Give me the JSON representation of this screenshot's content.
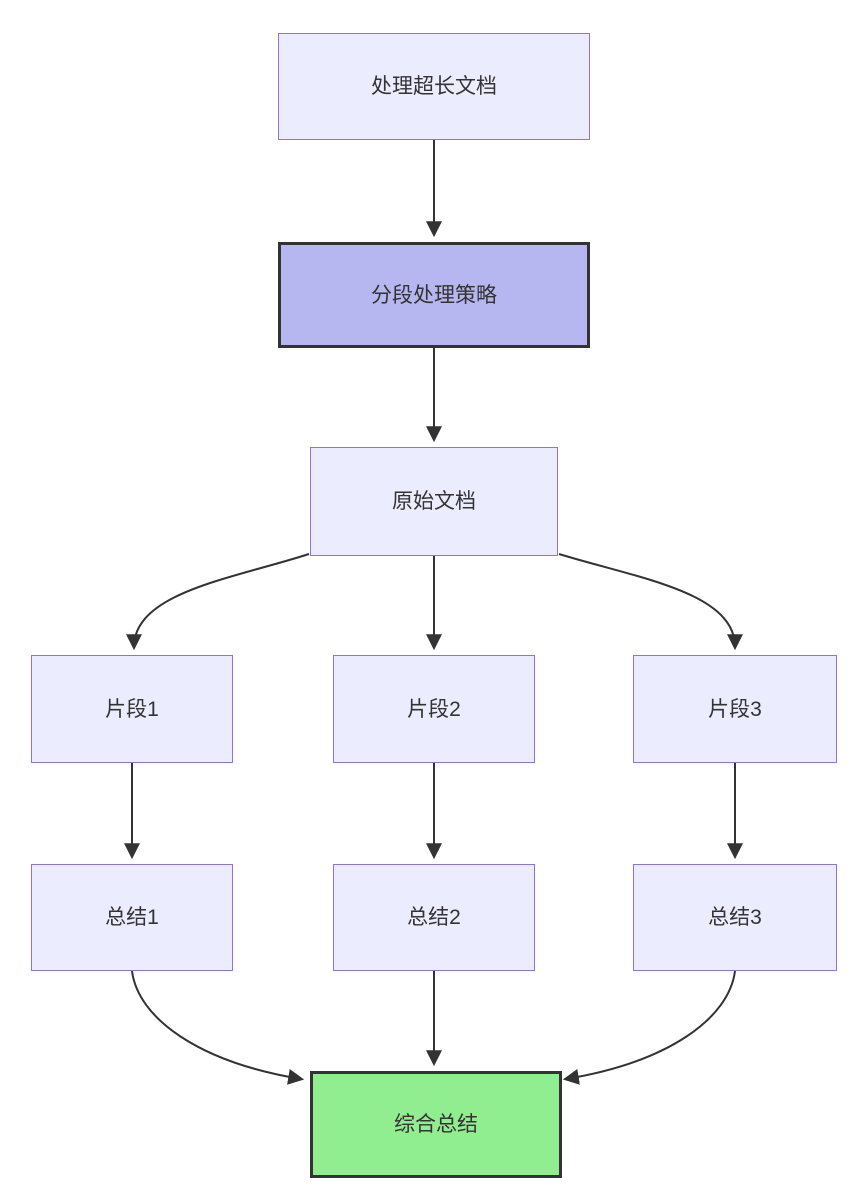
{
  "diagram": {
    "type": "flowchart",
    "direction": "top-down",
    "nodes": [
      {
        "label": "处理超长文档",
        "kind": "default"
      },
      {
        "label": "分段处理策略",
        "kind": "highlight"
      },
      {
        "label": "原始文档",
        "kind": "default"
      },
      {
        "label": "片段1",
        "kind": "default"
      },
      {
        "label": "片段2",
        "kind": "default"
      },
      {
        "label": "片段3",
        "kind": "default"
      },
      {
        "label": "总结1",
        "kind": "default"
      },
      {
        "label": "总结2",
        "kind": "default"
      },
      {
        "label": "总结3",
        "kind": "default"
      },
      {
        "label": "综合总结",
        "kind": "result"
      }
    ],
    "edges": [
      {
        "from": "处理超长文档",
        "to": "分段处理策略"
      },
      {
        "from": "分段处理策略",
        "to": "原始文档"
      },
      {
        "from": "原始文档",
        "to": "片段1"
      },
      {
        "from": "原始文档",
        "to": "片段2"
      },
      {
        "from": "原始文档",
        "to": "片段3"
      },
      {
        "from": "片段1",
        "to": "总结1"
      },
      {
        "from": "片段2",
        "to": "总结2"
      },
      {
        "from": "片段3",
        "to": "总结3"
      },
      {
        "from": "总结1",
        "to": "综合总结"
      },
      {
        "from": "总结2",
        "to": "综合总结"
      },
      {
        "from": "总结3",
        "to": "综合总结"
      }
    ],
    "colors": {
      "node_fill": "#ECECFF",
      "node_border": "#9370DB",
      "highlight_fill": "#B6B6F0",
      "highlight_border": "#333333",
      "result_fill": "#90EE90",
      "result_border": "#333333",
      "edge": "#333333",
      "text": "#333333",
      "background": "#FFFFFF"
    }
  }
}
